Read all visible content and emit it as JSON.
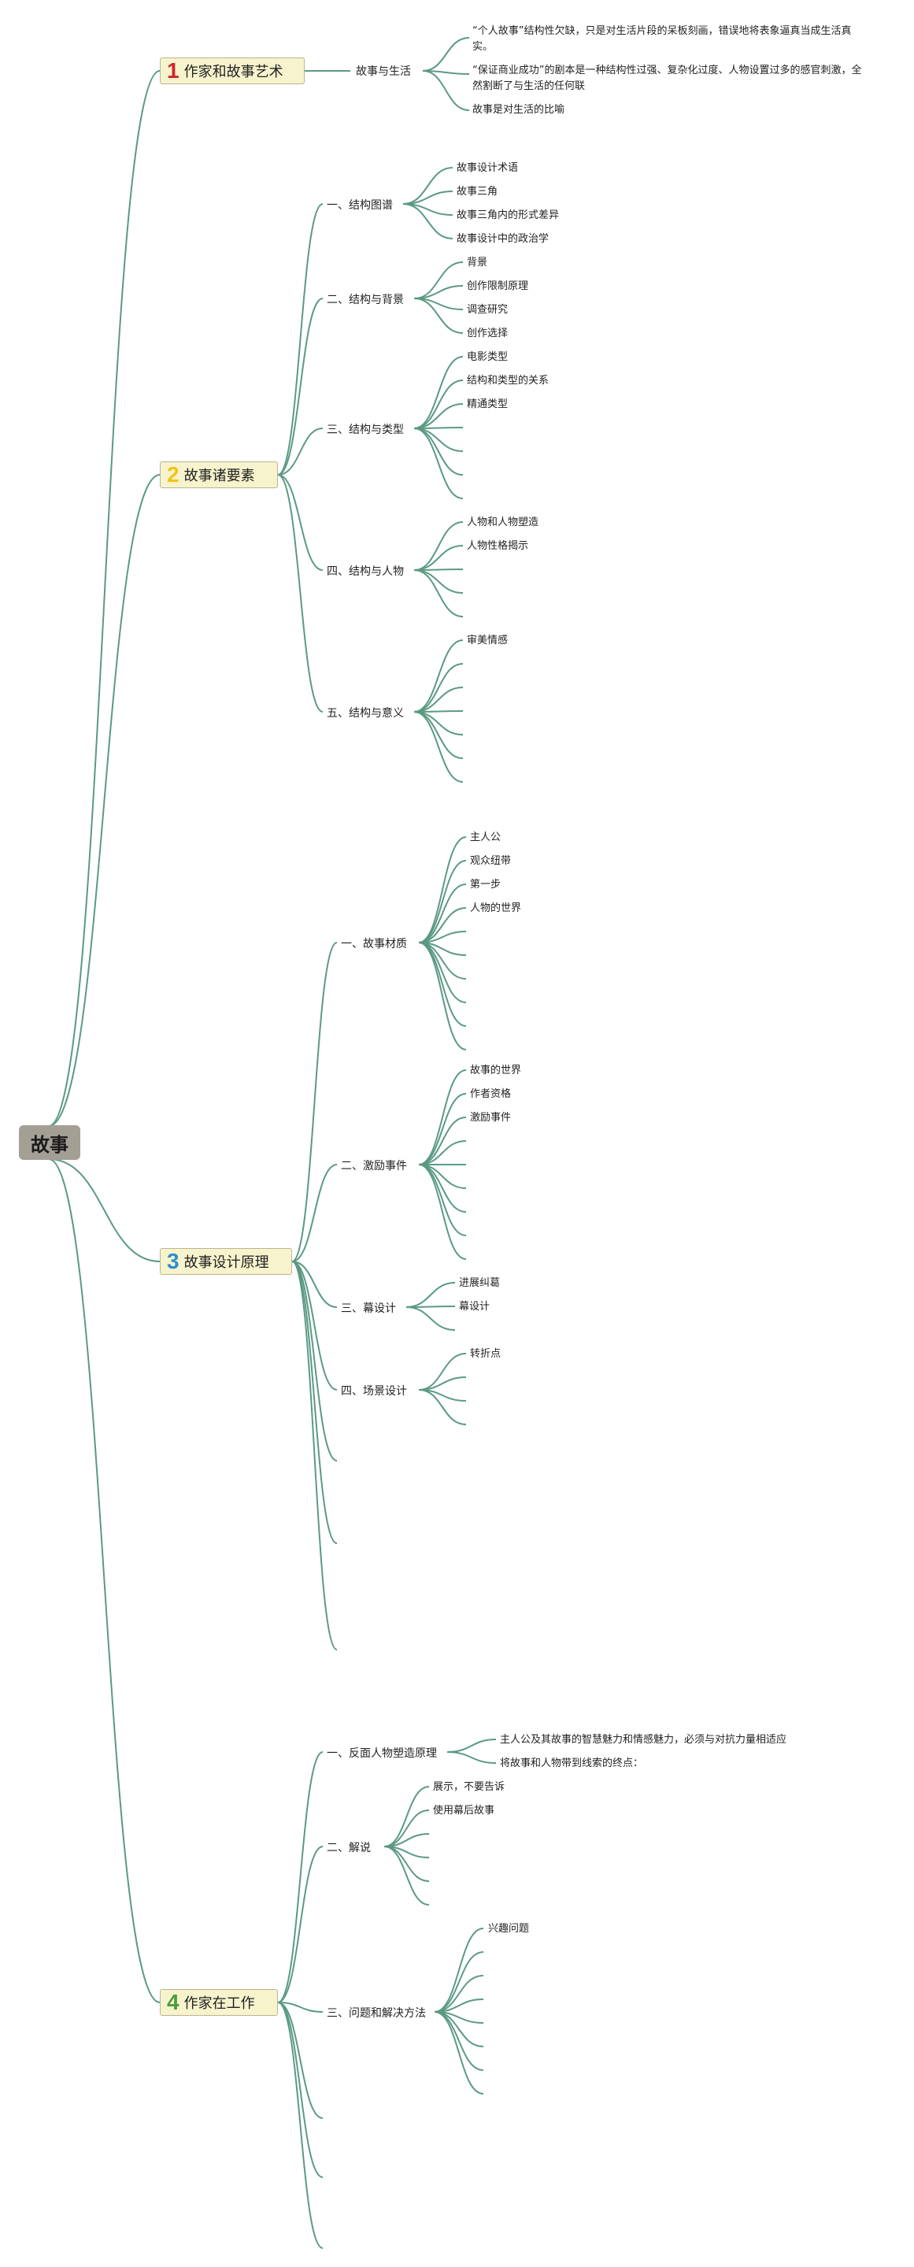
{
  "root": {
    "label": "故事"
  },
  "topics": [
    {
      "num": "1",
      "num_color": "#d0262b",
      "label": "作家和故事艺术"
    },
    {
      "num": "2",
      "num_color": "#f0c419",
      "label": "故事诸要素"
    },
    {
      "num": "3",
      "num_color": "#2e8fcf",
      "label": "故事设计原理"
    },
    {
      "num": "4",
      "num_color": "#4a9d3a",
      "label": "作家在工作"
    }
  ],
  "subtopics": {
    "t1_s1": "故事与生活",
    "t2_s1": "一、结构图谱",
    "t2_s2": "二、结构与背景",
    "t2_s3": "三、结构与类型",
    "t2_s4": "四、结构与人物",
    "t2_s5": "五、结构与意义",
    "t3_s1": "一、故事材质",
    "t3_s2": "二、激励事件",
    "t3_s3": "三、幕设计",
    "t3_s4": "四、场景设计",
    "t4_s1": "一、反面人物塑造原理",
    "t4_s2": "二、解说",
    "t4_s3": "三、问题和解决方法"
  },
  "leaves": {
    "t1_s1_l1": "“个人故事”结构性欠缺，只是对生活片段的呆板刻画，错误地将表象逼真当成生活真实。",
    "t1_s1_l2": "“保证商业成功”的剧本是一种结构性过强、复杂化过度、人物设置过多的感官刺激，全然割断了与生活的任何联",
    "t1_s1_l3": "故事是对生活的比喻",
    "t2_s1_l1": "故事设计术语",
    "t2_s1_l2": "故事三角",
    "t2_s1_l3": "故事三角内的形式差异",
    "t2_s1_l4": "故事设计中的政治学",
    "t2_s2_l1": "背景",
    "t2_s2_l2": "创作限制原理",
    "t2_s2_l3": "调查研究",
    "t2_s2_l4": "创作选择",
    "t2_s3_l1": "电影类型",
    "t2_s3_l2": "结构和类型的关系",
    "t2_s3_l3": "精通类型",
    "t2_s4_l1": "人物和人物塑造",
    "t2_s4_l2": "人物性格揭示",
    "t2_s5_l1": "审美情感",
    "t3_s1_l1": "主人公",
    "t3_s1_l2": "观众纽带",
    "t3_s1_l3": "第一步",
    "t3_s1_l4": "人物的世界",
    "t3_s2_l1": "故事的世界",
    "t3_s2_l2": "作者资格",
    "t3_s2_l3": "激励事件",
    "t3_s3_l1": "进展纠葛",
    "t3_s3_l2": "幕设计",
    "t3_s4_l1": "转折点",
    "t4_s1_l1": "主人公及其故事的智慧魅力和情感魅力，必须与对抗力量相适应",
    "t4_s1_l2": "将故事和人物带到线索的终点：",
    "t4_s2_l1": "展示，不要告诉",
    "t4_s2_l2": "使用幕后故事",
    "t4_s3_l1": "兴趣问题"
  }
}
